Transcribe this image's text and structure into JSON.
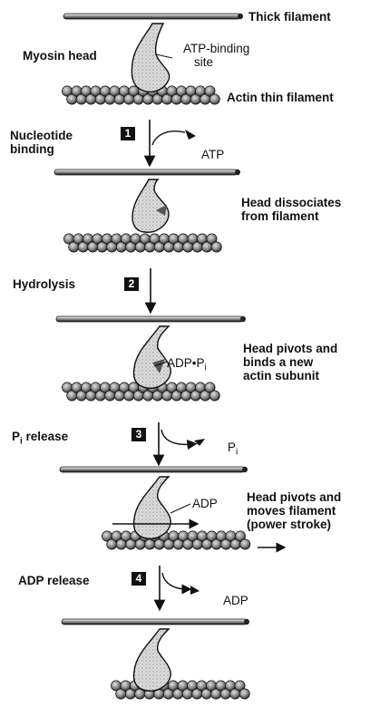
{
  "labels": {
    "thick_filament": "Thick filament",
    "myosin_head": "Myosin head",
    "atp_binding_site_line1": "ATP-binding",
    "atp_binding_site_line2": "site",
    "actin_thin_filament": "Actin thin filament",
    "nucleotide_binding_line1": "Nucleotide",
    "nucleotide_binding_line2": "binding",
    "atp": "ATP",
    "head_dissociates_line1": "Head dissociates",
    "head_dissociates_line2": "from filament",
    "hydrolysis": "Hydrolysis",
    "adp_pi_main": "ADP•P",
    "adp_pi_sub": "i",
    "head_pivots_binds_line1": "Head pivots and",
    "head_pivots_binds_line2": "binds a new",
    "head_pivots_binds_line3": "actin subunit",
    "pi_release_main": "P",
    "pi_release_sub": "i",
    "pi_release_rest": " release",
    "pi_main": "P",
    "pi_sub": "i",
    "adp_1": "ADP",
    "power_stroke_line1": "Head pivots and",
    "power_stroke_line2": "moves filament",
    "power_stroke_line3": "(power stroke)",
    "adp_release": "ADP release",
    "adp_2": "ADP"
  },
  "steps": [
    "1",
    "2",
    "3",
    "4"
  ],
  "colors": {
    "ink": "#111111",
    "head_fill": "#d9d9d9",
    "head_dark": "#555555",
    "actin_fill": "#9a9a9a"
  }
}
